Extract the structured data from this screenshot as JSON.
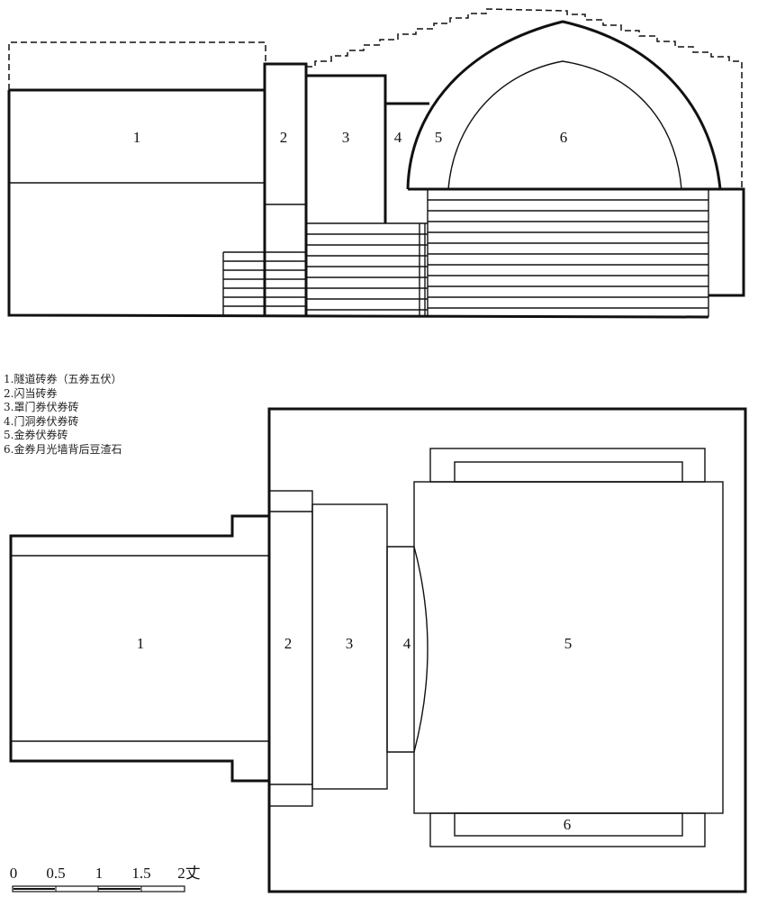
{
  "elevation": {
    "labels": [
      "1",
      "2",
      "3",
      "4",
      "5",
      "6"
    ]
  },
  "plan": {
    "labels": [
      "1",
      "2",
      "3",
      "4",
      "5",
      "6"
    ]
  },
  "legend": {
    "items": [
      "1.隧道砖券（五券五伏）",
      "2.闪当砖券",
      "3.罩门券伏券砖",
      "4.门洞券伏券砖",
      "5.金券伏券砖",
      "6.金券月光墙背后豆渣石"
    ]
  },
  "scale_bar": {
    "ticks": [
      "0",
      "0.5",
      "1",
      "1.5",
      "2丈"
    ]
  }
}
